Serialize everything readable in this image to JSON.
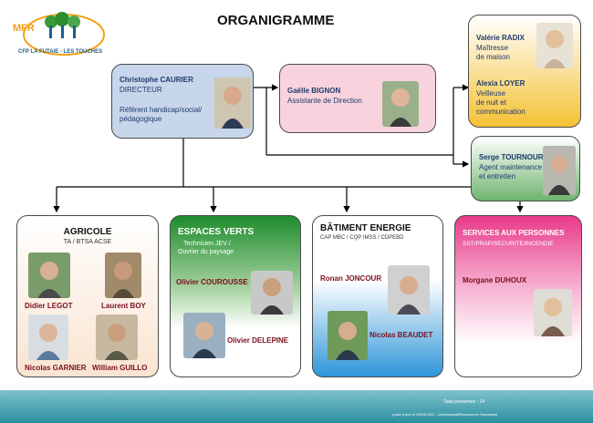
{
  "title": "ORGANIGRAMME",
  "logo": {
    "brand": "MFR",
    "tagline": "CFP LA FUTAIE - LES TOUCHES"
  },
  "director": {
    "name": "Christophe CAURIER",
    "role": "DIRECTEUR",
    "note": "Référent handicap/social/ pédagogique"
  },
  "assistant": {
    "name": "Gaëlle BIGNON",
    "role": "Assistante de Direction"
  },
  "house": {
    "p1_name": "Valérie RADIX",
    "p1_role_line1": "Maîtresse",
    "p1_role_line2": "de maison",
    "p2_name": "Alexia LOYER",
    "p2_role_line1": "Veilleuse",
    "p2_role_line2": "de nuit et",
    "p2_role_line3": "communication"
  },
  "maintenance": {
    "name": "Serge TOURNOUR",
    "role_line1": "Agent maintenance",
    "role_line2": "et entretien"
  },
  "departments": {
    "agricole": {
      "title": "AGRICOLE",
      "subtitle": "TA / BTSA ACSE",
      "m1": "Didier LEGOT",
      "m2": "Laurent BOY",
      "m3": "Nicolas GARNIER",
      "m4": "William GUILLO"
    },
    "espaces": {
      "title": "ESPACES VERTS",
      "sub1": "Technicien JEV /",
      "sub2": "Ouvrier du paysage",
      "m1": "Olivier COUROUSSE",
      "m2": "Olivier DELEPINE"
    },
    "batiment": {
      "title": "BÂTIMENT ENERGIE",
      "subtitle": "CAP MBC / CQP IMSS / CDPEBD",
      "m1": "Ronan JONCOUR",
      "m2": "Nicolas BEAUDET"
    },
    "services": {
      "title": "SERVICES AUX PERSONNES",
      "subtitle": "SST/PRAP/SECURITE/INCENDIE",
      "m1": "Morgane DUHOUX"
    }
  },
  "footer": {
    "total": "Total personnes : 14",
    "update": "(mise à jour le 06/09/2022 – Administratif/Ressources Humaines)"
  },
  "colors": {
    "director_bg": "#c7d6ea",
    "assistant_bg": "#f8d3dd",
    "house_gold": "#f5c234",
    "maintenance_green": "#6fb46f",
    "espaces_green": "#1e8c2c",
    "batiment_blue": "#2f96d9",
    "services_pink": "#e93a8a",
    "agricole_bg": "#f9e4d0",
    "footer_teal": "#2a8fa0"
  }
}
